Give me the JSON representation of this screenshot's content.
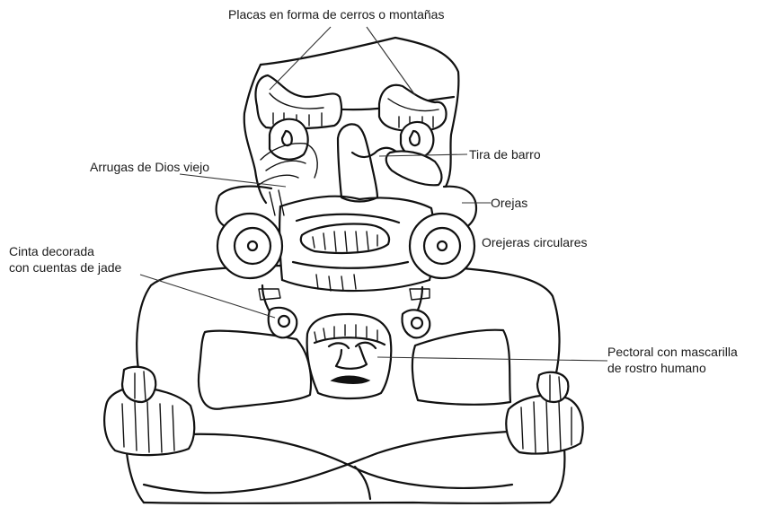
{
  "labels": {
    "placas": "Placas en forma de cerros o montañas",
    "arrugas": "Arrugas de Dios viejo",
    "tira": "Tira de barro",
    "orejas": "Orejas",
    "orejeras": "Orejeras circulares",
    "cinta_line1": "Cinta decorada",
    "cinta_line2": "con cuentas de jade",
    "pectoral_line1": "Pectoral con mascarilla",
    "pectoral_line2": "de rostro humano"
  }
}
